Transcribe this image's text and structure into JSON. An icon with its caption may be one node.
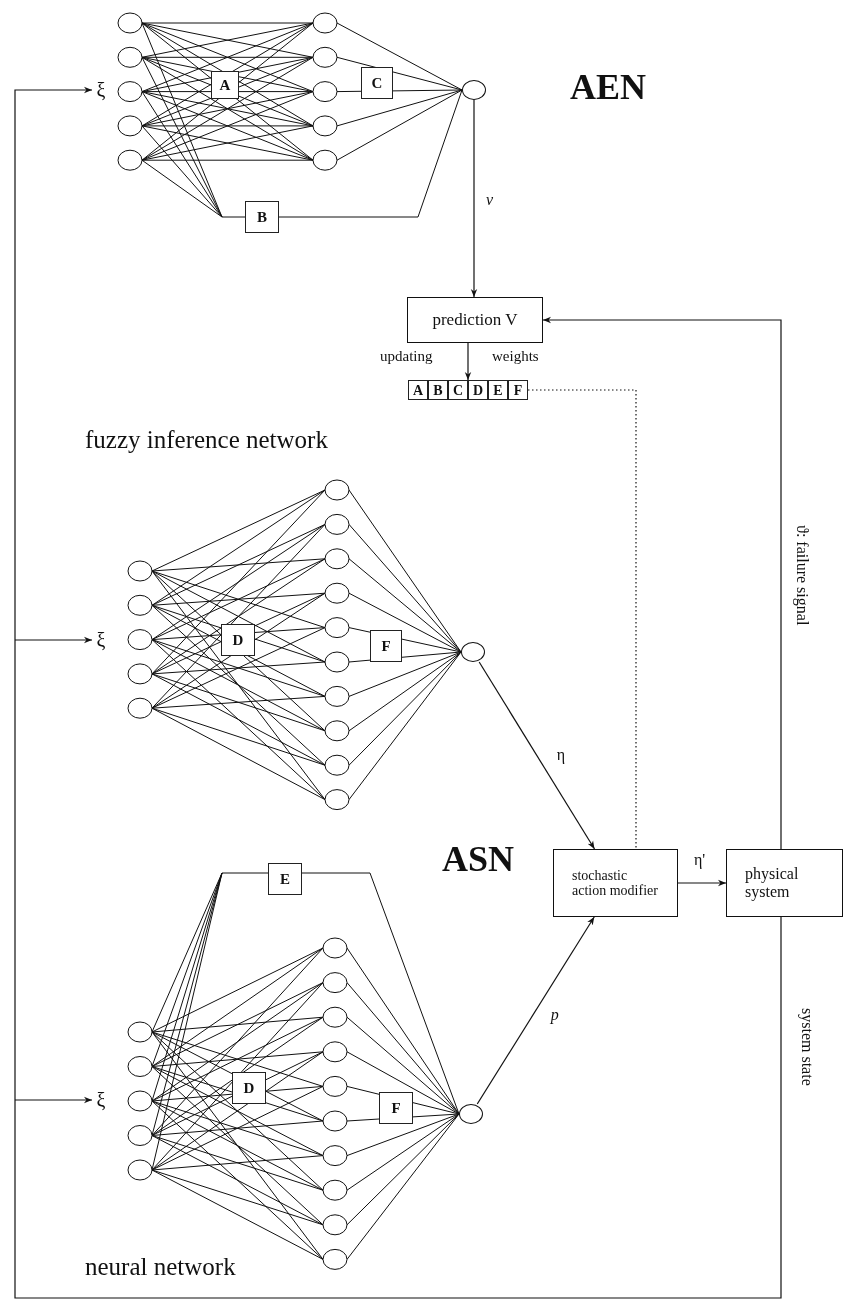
{
  "diagram": {
    "nodes": [
      {
        "text": [
          "ξ"
        ]
      },
      {
        "text": [
          "A"
        ]
      },
      {
        "text": [
          "C"
        ]
      },
      {
        "text": [
          "B"
        ]
      },
      {
        "text": [],
        "shape": "circle"
      },
      {
        "text": [
          "prediction V"
        ]
      },
      {
        "text": [
          "A",
          "B",
          "C",
          "D",
          "E",
          "F"
        ]
      },
      {
        "text": [
          "ξ"
        ]
      },
      {
        "text": [
          "D"
        ]
      },
      {
        "text": [
          "F"
        ]
      },
      {
        "text": [],
        "shape": "circle"
      },
      {
        "text": [
          "stochastic action modifier"
        ]
      },
      {
        "text": [
          "physical system"
        ]
      },
      {
        "text": [
          "E"
        ]
      },
      {
        "text": [
          "ξ"
        ]
      },
      {
        "text": [
          "D"
        ]
      },
      {
        "text": [
          "F"
        ]
      },
      {
        "text": [],
        "shape": "circle"
      }
    ],
    "edges": [
      {
        "from": 4,
        "to": 5,
        "arrow": "to",
        "label": "v"
      },
      {
        "from": 12,
        "to": 5,
        "arrow": "to",
        "label": "ϑ: failure signal"
      },
      {
        "from": 5,
        "to": 6,
        "arrow": "to"
      },
      {
        "from": 6,
        "to": 11,
        "arrow": "none",
        "style": "dashed"
      },
      {
        "from": 10,
        "to": 11,
        "arrow": "to",
        "label": "η"
      },
      {
        "from": 17,
        "to": 11,
        "arrow": "to",
        "label": "p"
      },
      {
        "from": 11,
        "to": 12,
        "arrow": "to",
        "label": "η'"
      },
      {
        "from": 12,
        "to": 0,
        "arrow": "to",
        "label": "system state"
      },
      {
        "from": 12,
        "to": 7,
        "arrow": "to"
      },
      {
        "from": 12,
        "to": 14,
        "arrow": "to"
      }
    ],
    "labels": [
      "AEN",
      "updating",
      "weights",
      "fuzzy inference network",
      "ASN",
      "neural network"
    ]
  }
}
